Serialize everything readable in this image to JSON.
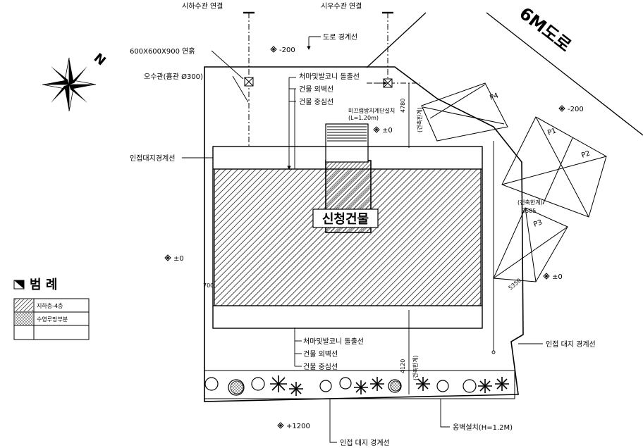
{
  "labels": {
    "sewer_conn": "시하수관 연결",
    "storm_conn": "시우수관 연결",
    "road_boundary": "도로 경계선",
    "manhole": "600X600X900 연흙",
    "sewer_pipe": "오수관(흄관 Ø300)",
    "eave_line_top": "처마및발코니 돌출선",
    "wall_line_top": "건물 외벽선",
    "center_line_top": "건물 중심선",
    "eave_line_bottom": "처마및발코니 돌출선",
    "wall_line_bottom": "건물 외벽선",
    "center_line_bottom": "건물 중심선",
    "stair_note": "미끄럼방지계단설치",
    "stair_h": "(L=1.20m)",
    "adj_left": "인접대지경계선",
    "adj_right": "인접 대지 경계선",
    "adj_bottom": "인접 대지 경계선",
    "retaining_wall": "옹벽설치(H=1.2M)",
    "building": "신청건물",
    "road": "6M도로",
    "north": "N"
  },
  "levels": {
    "top_center": "-200",
    "right_top": "-200",
    "stair": "±0",
    "left": "±0",
    "right": "±0",
    "bottom": "+1200"
  },
  "dims": {
    "d4780": "4780",
    "d3585": "3585",
    "d5350": "5350",
    "d4120": "4120",
    "d700": "700",
    "setback1": "(건축한계)",
    "setback2": "(건축한계)",
    "setback3": "(건축한계)"
  },
  "parking": [
    "P1",
    "P2",
    "P3",
    "P4"
  ],
  "legend": {
    "title": "범 례",
    "items": [
      {
        "label": "지하층-4층"
      },
      {
        "label": "수영루망부분"
      },
      {
        "label": ""
      }
    ]
  }
}
